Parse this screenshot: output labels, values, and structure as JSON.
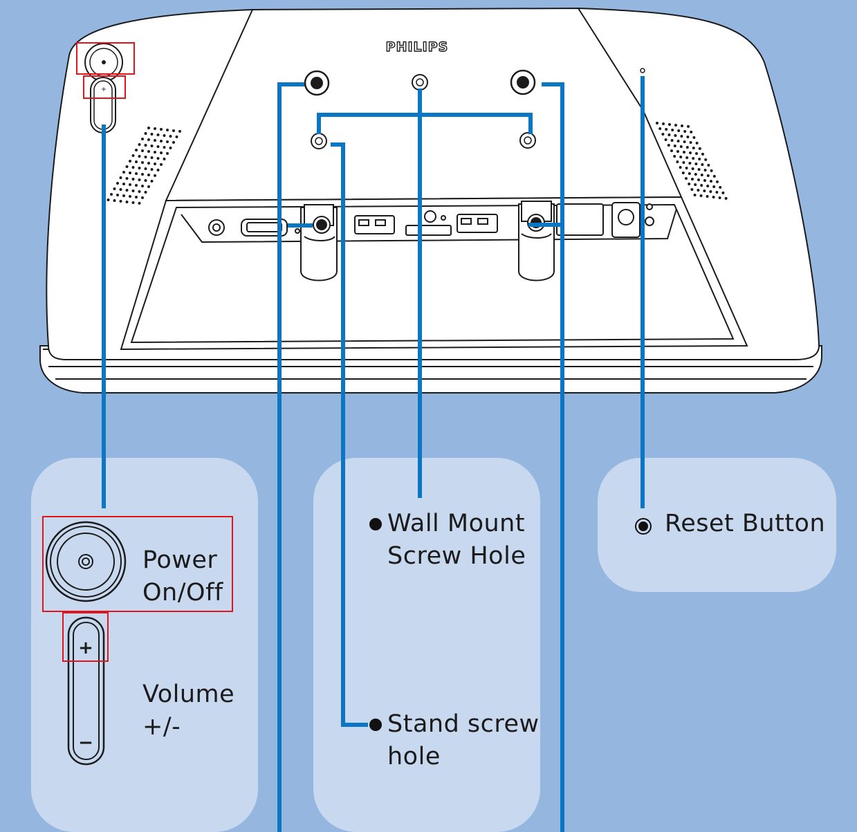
{
  "brand": "PHILIPS",
  "labels": {
    "power_line1": "Power",
    "power_line2": "On/Off",
    "volume_line1": "Volume",
    "volume_line2": "+/-",
    "wall_mount_line1": "Wall Mount",
    "wall_mount_line2": "Screw Hole",
    "stand_screw_line1": "Stand screw",
    "stand_screw_line2": "hole",
    "reset_button": "Reset Button"
  },
  "icons": {
    "volume_plus": "+",
    "volume_minus": "−"
  },
  "colors": {
    "background": "#94b6df",
    "card": "#c7d8ef",
    "leader_line": "#0a76c4",
    "highlight": "#e0151c",
    "device_fill": "#ffffff",
    "device_stroke": "#1b1b1b"
  }
}
